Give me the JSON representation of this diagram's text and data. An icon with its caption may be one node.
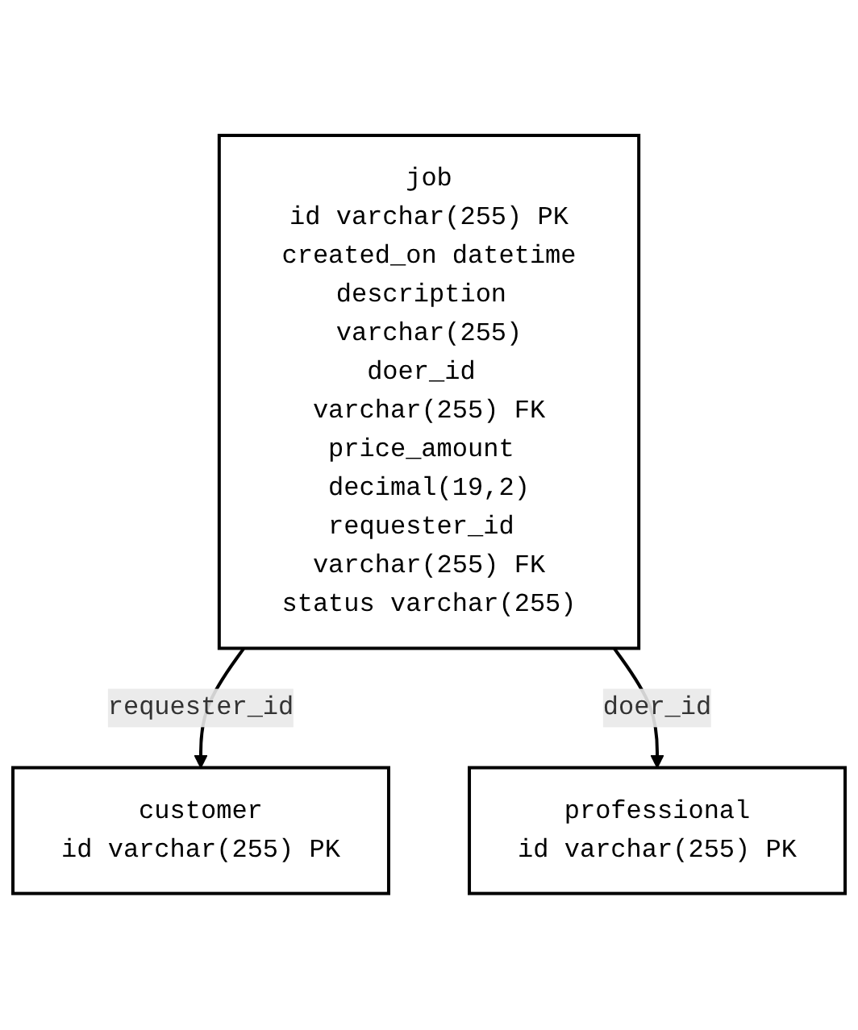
{
  "diagram": {
    "nodes": [
      {
        "text": [
          "customer",
          "id varchar(255) PK"
        ]
      },
      {
        "text": [
          "job",
          "id varchar(255) PK",
          "created_on datetime",
          "description varchar(255)",
          "doer_id varchar(255) FK",
          "price_amount decimal(19,2)",
          "requester_id varchar(255) FK",
          "status varchar(255)"
        ]
      },
      {
        "text": [
          "professional",
          "id varchar(255) PK"
        ]
      }
    ],
    "edges": [
      {
        "from": 1,
        "to": 0,
        "arrow": "to",
        "label": "requester_id"
      },
      {
        "from": 1,
        "to": 2,
        "arrow": "to",
        "label": "doer_id"
      }
    ]
  }
}
